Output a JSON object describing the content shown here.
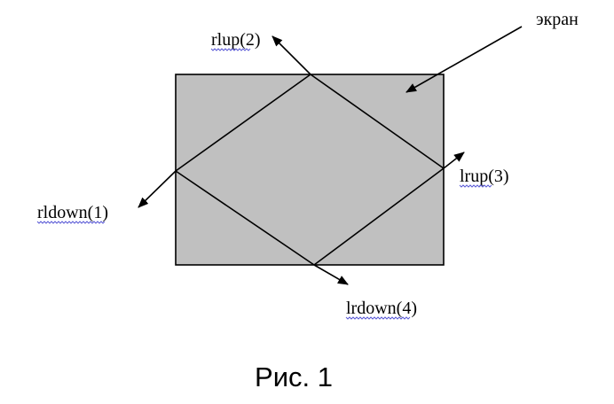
{
  "diagram": {
    "screen_label": "экран",
    "arrows": [
      {
        "label": "rldown(1)"
      },
      {
        "label": "rlup(2)"
      },
      {
        "label": "lrup(3)"
      },
      {
        "label": "lrdown(4)"
      }
    ],
    "caption": "Рис. 1"
  },
  "colors": {
    "screen_fill": "#c0c0c0",
    "line": "#000000",
    "spellcheck_underline": "#5b5bd6"
  }
}
